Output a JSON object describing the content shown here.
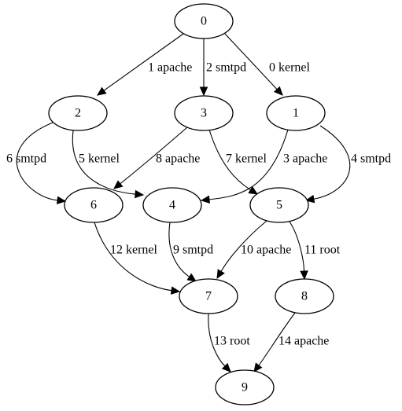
{
  "graph": {
    "nodes": [
      {
        "id": "0",
        "label": "0"
      },
      {
        "id": "1",
        "label": "1"
      },
      {
        "id": "2",
        "label": "2"
      },
      {
        "id": "3",
        "label": "3"
      },
      {
        "id": "4",
        "label": "4"
      },
      {
        "id": "5",
        "label": "5"
      },
      {
        "id": "6",
        "label": "6"
      },
      {
        "id": "7",
        "label": "7"
      },
      {
        "id": "8",
        "label": "8"
      },
      {
        "id": "9",
        "label": "9"
      }
    ],
    "edges": [
      {
        "from": "0",
        "to": "2",
        "label": "1 apache"
      },
      {
        "from": "0",
        "to": "3",
        "label": "2 smtpd"
      },
      {
        "from": "0",
        "to": "1",
        "label": "0 kernel"
      },
      {
        "from": "2",
        "to": "6",
        "label": "6 smtpd"
      },
      {
        "from": "2",
        "to": "4",
        "label": "5 kernel"
      },
      {
        "from": "3",
        "to": "6",
        "label": "8 apache"
      },
      {
        "from": "3",
        "to": "5",
        "label": "7 kernel"
      },
      {
        "from": "1",
        "to": "4",
        "label": "3 apache"
      },
      {
        "from": "1",
        "to": "5",
        "label": "4 smtpd"
      },
      {
        "from": "6",
        "to": "7",
        "label": "12 kernel"
      },
      {
        "from": "4",
        "to": "7",
        "label": "9 smtpd"
      },
      {
        "from": "5",
        "to": "7",
        "label": "10 apache"
      },
      {
        "from": "5",
        "to": "8",
        "label": "11 root"
      },
      {
        "from": "7",
        "to": "9",
        "label": "13 root"
      },
      {
        "from": "8",
        "to": "9",
        "label": "14 apache"
      }
    ]
  }
}
